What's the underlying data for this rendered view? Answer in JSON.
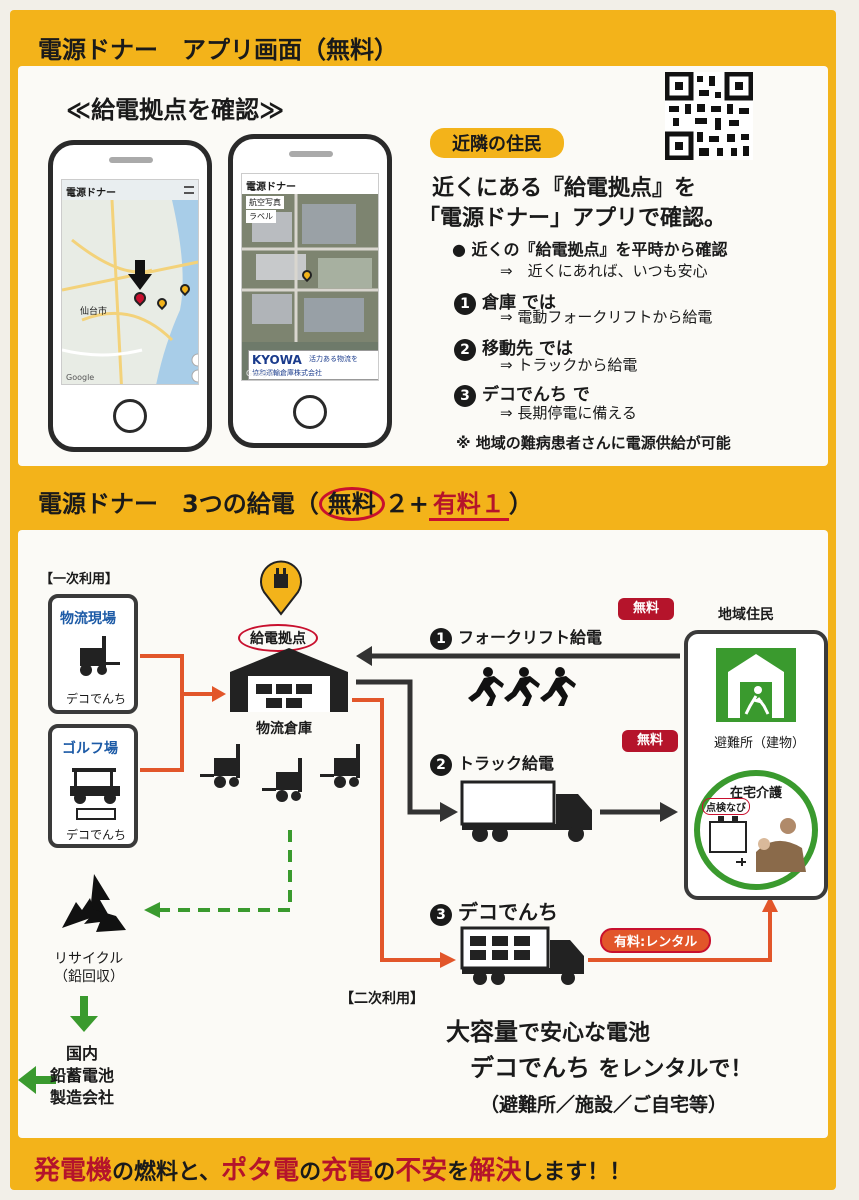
{
  "section1": {
    "title": "電源ドナー　アプリ画面（無料）",
    "subtitle": "≪給電拠点を確認≫",
    "phone1": {
      "header": "電源ドナー",
      "city": "仙台市",
      "footer": "Google"
    },
    "phone2": {
      "header": "電源ドナー",
      "tab1": "航空写真",
      "tab2": "ラベル",
      "brand": "KYOWA",
      "brand_sub": "活力ある物流を",
      "brand_company": "協和運輸倉庫株式会社",
      "footer": "Google"
    },
    "tag": "近隣の住民",
    "lead_line1": "近くにある『給電拠点』を",
    "lead_line2": "「電源ドナー」アプリで確認。",
    "bullet": "近くの『給電拠点』を平時から確認",
    "bullet_sub": "⇒　近くにあれば、いつも安心",
    "items": [
      {
        "num": "1",
        "label": "倉庫 では",
        "sub": "⇒ 電動フォークリフトから給電"
      },
      {
        "num": "2",
        "label": "移動先 では",
        "sub": "⇒ トラックから給電"
      },
      {
        "num": "3",
        "label": "デコでんち で",
        "sub": "⇒ 長期停電に備える"
      }
    ],
    "note": "※ 地域の難病患者さんに電源供給が可能"
  },
  "section2": {
    "title_a": "電源ドナー　3つの給電（",
    "title_free": "無料",
    "title_b": "２+",
    "title_paid": "有料１",
    "title_c": "）",
    "primary_use": "【一次利用】",
    "src1_title": "物流現場",
    "src1_label": "デコでんち",
    "src2_title": "ゴルフ場",
    "src2_label": "デコでんち",
    "hub_label": "給電拠点",
    "warehouse_label": "物流倉庫",
    "flow1": "フォークリフト給電",
    "flow2": "トラック給電",
    "flow3": "デコでんち",
    "free1": "無料",
    "free2": "無料",
    "paid": "有料:レンタル",
    "residents": "地域住民",
    "shelter": "避難所（建物）",
    "home_care": "在宅介護",
    "device": "点検なび",
    "recycle": "リサイクル\n（鉛回収）",
    "recycle1": "リサイクル",
    "recycle2": "（鉛回収）",
    "maker1": "国内",
    "maker2": "鉛蓄電池",
    "maker3": "製造会社",
    "secondary_use": "【二次利用】",
    "cap_line1a": "大容量",
    "cap_line1b": "で安心な電池",
    "cap_line2a": "デコでんち",
    "cap_line2b": "をレンタルで！",
    "cap_line3": "（避難所／施設／ご自宅等）"
  },
  "footer": {
    "p1": "発電機",
    "p2": "の燃料と、",
    "p3": "ポタ電",
    "p4": "の",
    "p5": "充電",
    "p6": "の",
    "p7": "不安",
    "p8": "を",
    "p9": "解決",
    "p10": "します！！"
  },
  "colors": {
    "yellow": "#f3b31a",
    "red": "#b5142b",
    "orange": "#e2562a",
    "green": "#3a9a2e",
    "dark": "#3a3a3a"
  }
}
